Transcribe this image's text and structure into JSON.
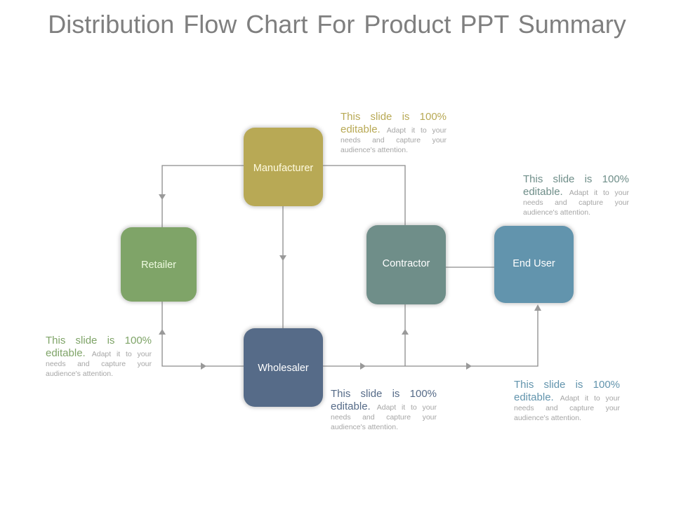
{
  "title": "Distribution Flow Chart For Product PPT Summary",
  "colors": {
    "manufacturer": "#b8a955",
    "retailer": "#7fa468",
    "contractor": "#6f8e89",
    "end_user": "#6294ad",
    "wholesaler": "#566b88",
    "connector": "#8c8c8c",
    "title": "#7f7f7f",
    "body_text": "#a6a6a6"
  },
  "nodes": {
    "manufacturer": {
      "label": "Manufacturer"
    },
    "retailer": {
      "label": "Retailer"
    },
    "contractor": {
      "label": "Contractor"
    },
    "end_user": {
      "label": "End User"
    },
    "wholesaler": {
      "label": "Wholesaler"
    }
  },
  "notes": [
    {
      "id": "manufacturer-note",
      "headline_1": "This slide is 100%",
      "headline_2": "editable.",
      "body": "Adapt it to your needs and capture your audience's attention.",
      "color": "#b8a955"
    },
    {
      "id": "end-user-top-note",
      "headline_1": "This slide is 100%",
      "headline_2": "editable.",
      "body": "Adapt it to your needs and capture your audience's attention.",
      "color": "#6f8e89"
    },
    {
      "id": "retailer-note",
      "headline_1": "This slide is 100%",
      "headline_2": "editable.",
      "body": "Adapt it to your needs and capture your audience's attention.",
      "color": "#7fa468"
    },
    {
      "id": "wholesaler-note",
      "headline_1": "This slide is 100%",
      "headline_2": "editable.",
      "body": "Adapt it to your needs and capture your audience's attention.",
      "color": "#566b88"
    },
    {
      "id": "end-user-bottom-note",
      "headline_1": "This slide is 100%",
      "headline_2": "editable.",
      "body": "Adapt it to your needs and capture your audience's attention.",
      "color": "#6294ad"
    }
  ],
  "edges": [
    {
      "from": "Manufacturer",
      "to": "Retailer"
    },
    {
      "from": "Manufacturer",
      "to": "Wholesaler"
    },
    {
      "from": "Manufacturer",
      "to": "Contractor"
    },
    {
      "from": "Retailer",
      "to": "Wholesaler"
    },
    {
      "from": "Wholesaler",
      "to": "Retailer"
    },
    {
      "from": "Wholesaler",
      "to": "Contractor"
    },
    {
      "from": "Wholesaler",
      "to": "End User"
    },
    {
      "from": "Contractor",
      "to": "End User"
    }
  ]
}
